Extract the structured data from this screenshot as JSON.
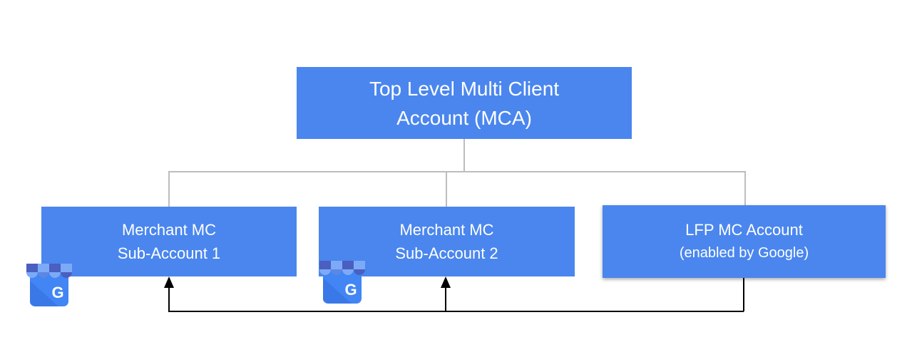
{
  "diagram": {
    "title_implied": "Merchant Center account hierarchy",
    "root": {
      "line1": "Top Level Multi Client",
      "line2": "Account (MCA)"
    },
    "children": [
      {
        "id": "merchant-sub-account-1",
        "line1": "Merchant MC",
        "line2": "Sub-Account 1",
        "has_business_icon": true
      },
      {
        "id": "merchant-sub-account-2",
        "line1": "Merchant MC",
        "line2": "Sub-Account 2",
        "has_business_icon": true
      },
      {
        "id": "lfp-mc-account",
        "line1": "LFP MC Account",
        "line2": "(enabled by Google)",
        "has_business_icon": false
      }
    ],
    "icon": {
      "name": "google-business-storefront-icon",
      "letter": "G"
    },
    "colors": {
      "node_fill": "#4a86ee",
      "node_text": "#ffffff",
      "tree_connector": "#bdbdbd",
      "feed_arrow": "#000000",
      "icon_body": "#4285f4",
      "icon_awning_dark": "#4a5fc0",
      "icon_awning_mid": "#5b87e5",
      "icon_awning_light": "#7daaf7"
    }
  }
}
